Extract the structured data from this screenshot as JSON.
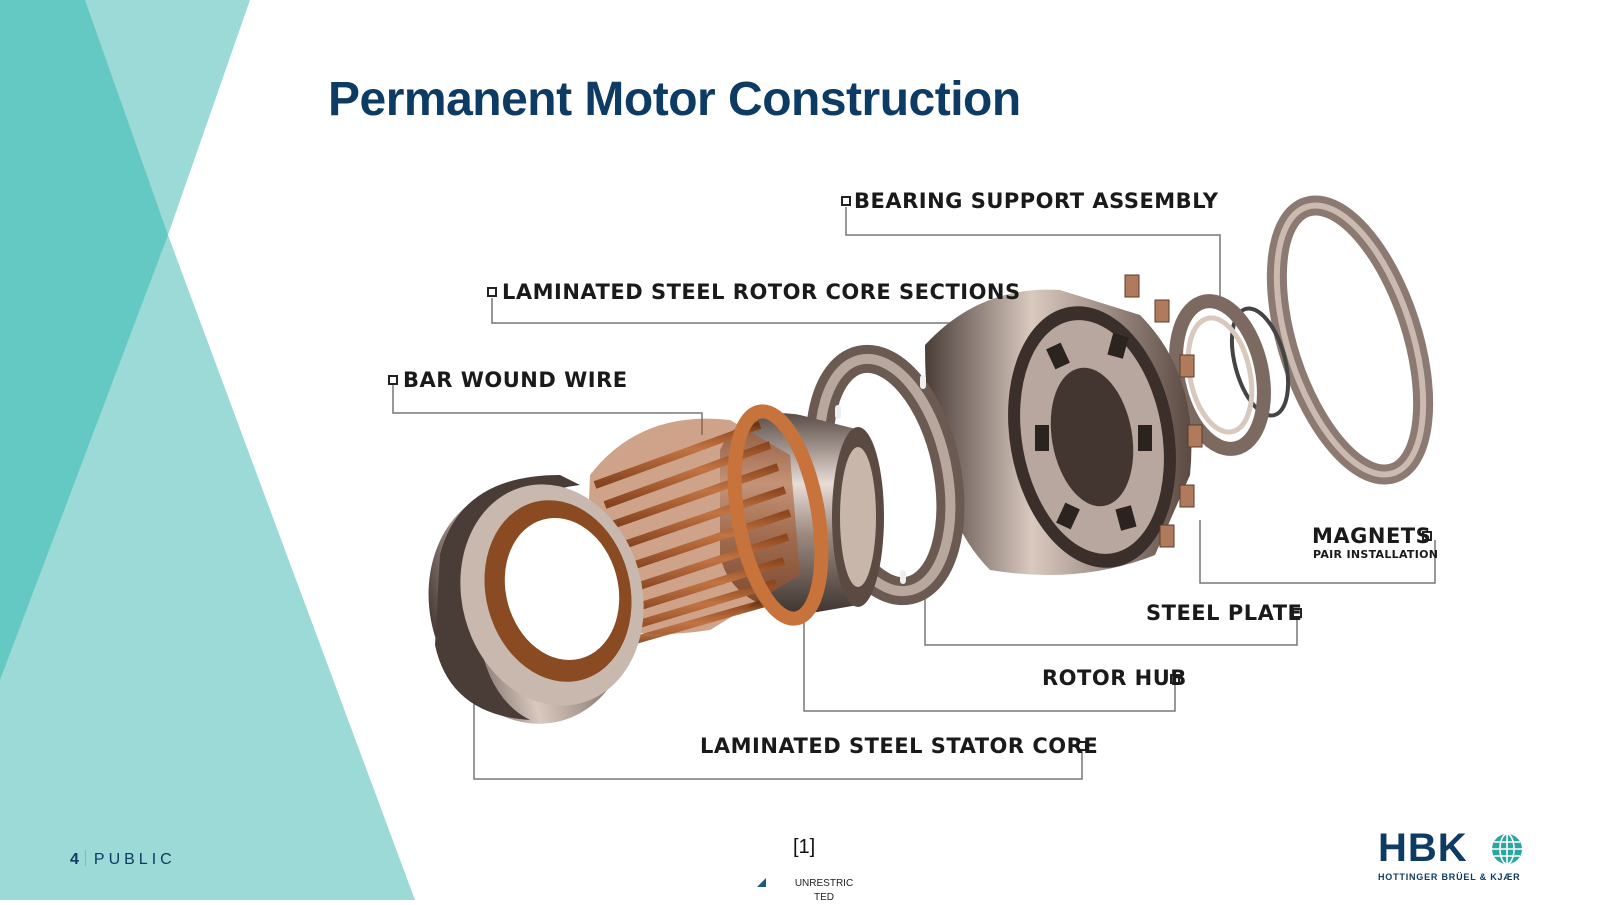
{
  "slide": {
    "title": "Permanent Motor Construction",
    "page_number": "4",
    "classification_left": "PUBLIC",
    "reference": "[1]",
    "classification_bottom": "UNRESTRICTED"
  },
  "diagram": {
    "labels": {
      "bearing": "BEARING SUPPORT ASSEMBLY",
      "rotor_core": "LAMINATED STEEL ROTOR CORE SECTIONS",
      "bar_wire": "BAR WOUND WIRE",
      "magnets": "MAGNETS",
      "magnets_sub": "PAIR INSTALLATION",
      "steel_plate": "STEEL PLATE",
      "rotor_hub": "ROTOR HUB",
      "stator_core": "LAMINATED STEEL STATOR CORE"
    }
  },
  "logo": {
    "wordmark": "HBK",
    "subtitle": "HOTTINGER BRÜEL & KJÆR"
  },
  "colors": {
    "title": "#0d3b63",
    "teal_dark": "#64c9c3",
    "teal_light": "#9bdad7",
    "copper": "#b5652e",
    "steel": "#8a7d74"
  }
}
